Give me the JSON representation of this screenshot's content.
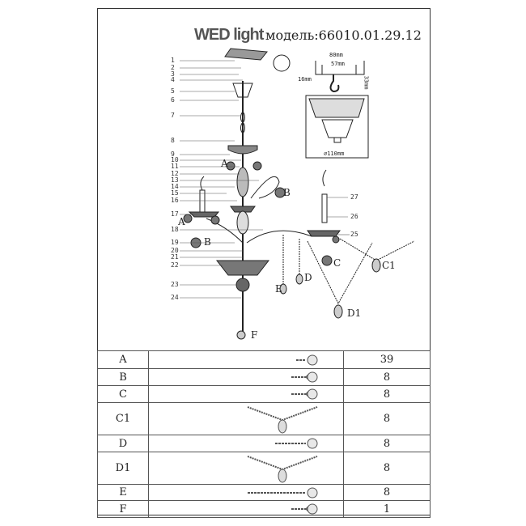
{
  "header": {
    "logo": "WED light",
    "model": "модель:66010.01.29.12"
  },
  "dimensions": {
    "d1": "80mm",
    "d2": "57mm",
    "d3": "16mm",
    "d4": "33mm",
    "d5": "⌀110mm"
  },
  "part_numbers": [
    "1",
    "2",
    "3",
    "4",
    "5",
    "6",
    "7",
    "8",
    "9",
    "10",
    "11",
    "12",
    "13",
    "14",
    "15",
    "16",
    "17",
    "18",
    "19",
    "20",
    "21",
    "22",
    "23",
    "24",
    "25",
    "26",
    "27"
  ],
  "pendant_labels": [
    {
      "t": "A",
      "k": "a1"
    },
    {
      "t": "B",
      "k": "b1"
    },
    {
      "t": "A",
      "k": "a2"
    },
    {
      "t": "B",
      "k": "b2"
    },
    {
      "t": "C",
      "k": "c"
    },
    {
      "t": "C1",
      "k": "c1"
    },
    {
      "t": "D",
      "k": "d"
    },
    {
      "t": "E",
      "k": "e"
    },
    {
      "t": "D1",
      "k": "d1"
    },
    {
      "t": "F",
      "k": "f"
    }
  ],
  "parts_table": [
    {
      "code": "A",
      "qty": "39",
      "shape": "short"
    },
    {
      "code": "B",
      "qty": "8",
      "shape": "flower"
    },
    {
      "code": "C",
      "qty": "8",
      "shape": "flower"
    },
    {
      "code": "C1",
      "qty": "8",
      "shape": "v"
    },
    {
      "code": "D",
      "qty": "8",
      "shape": "long"
    },
    {
      "code": "D1",
      "qty": "8",
      "shape": "v"
    },
    {
      "code": "E",
      "qty": "8",
      "shape": "longer"
    },
    {
      "code": "F",
      "qty": "1",
      "shape": "flower"
    }
  ]
}
